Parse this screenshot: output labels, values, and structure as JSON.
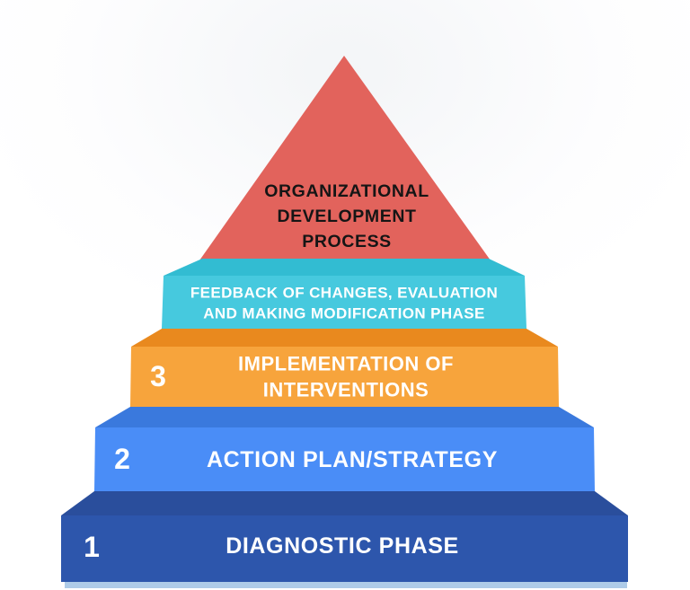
{
  "diagram": {
    "type": "stepped-pyramid",
    "title": {
      "lines": [
        "ORGANIZATIONAL",
        "DEVELOPMENT",
        "PROCESS"
      ],
      "fill": "#E2635C",
      "text_color": "#151515"
    },
    "steps": [
      {
        "id": "feedback-phase",
        "number": "",
        "lines": [
          "FEEDBACK OF CHANGES, EVALUATION",
          "AND MAKING MODIFICATION PHASE"
        ],
        "front_color": "#46C9DE",
        "top_color": "#32BCD2",
        "text_color": "#FFFFFF"
      },
      {
        "id": "implementation-phase",
        "number": "3",
        "lines": [
          "IMPLEMENTATION OF",
          "INTERVENTIONS"
        ],
        "front_color": "#F7A43C",
        "top_color": "#E9891E",
        "text_color": "#FFFFFF"
      },
      {
        "id": "action-plan-phase",
        "number": "2",
        "lines": [
          "ACTION PLAN/STRATEGY"
        ],
        "front_color": "#4A8DF7",
        "top_color": "#3A79DD",
        "text_color": "#FFFFFF"
      },
      {
        "id": "diagnostic-phase",
        "number": "1",
        "lines": [
          "DIAGNOSTIC PHASE"
        ],
        "front_color": "#2D56AC",
        "top_color": "#2A4E9C",
        "text_color": "#FFFFFF"
      }
    ],
    "base_strip_color": "#AECBE8"
  }
}
